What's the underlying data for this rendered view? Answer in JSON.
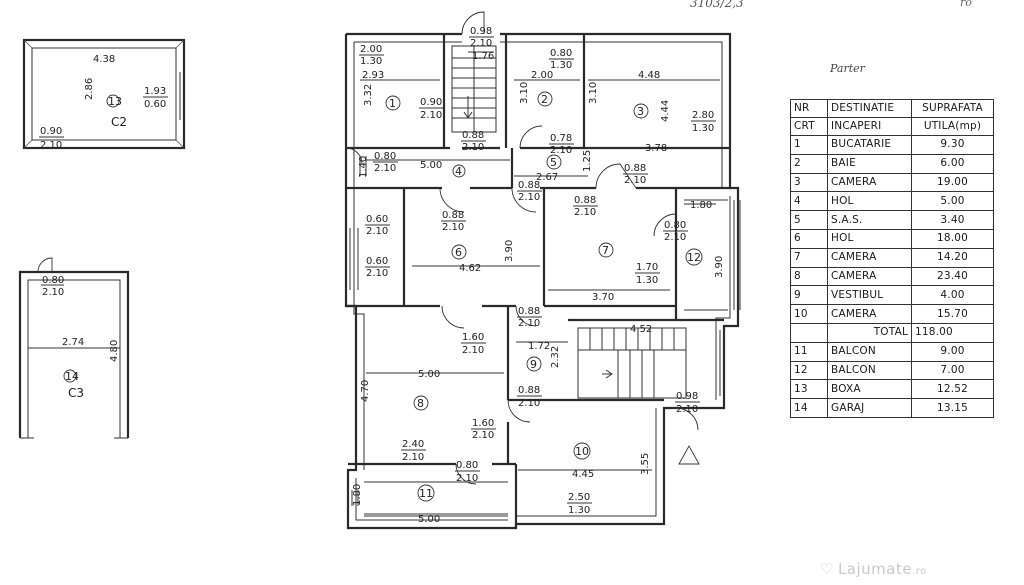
{
  "top_scribble": "3103/2,3",
  "top_right_mark": "ro",
  "handwritten_note": "Parter",
  "units": {
    "c2": {
      "label": "C2",
      "num": "13",
      "width": "4.38",
      "depth": "2.86",
      "window_w": "1.93",
      "window_h": "0.60",
      "door_w": "0.90",
      "door_h": "2.10"
    },
    "c3": {
      "label": "C3",
      "num": "14",
      "width": "2.74",
      "depth": "4.80",
      "door_w": "0.80",
      "door_h": "2.10"
    }
  },
  "plan": {
    "room_numbers": [
      "1",
      "2",
      "3",
      "4",
      "5",
      "6",
      "7",
      "8",
      "9",
      "10",
      "11",
      "12"
    ],
    "dims": {
      "d1": "2.00",
      "d1b": "1.30",
      "d2": "2.93",
      "d3": "3.32",
      "d4": "0.98",
      "d4b": "2.10",
      "d5": "1.76",
      "d6": "0.80",
      "d6b": "1.30",
      "d7": "2.00",
      "d8": "3.10",
      "d9": "4.48",
      "d10": "3.10",
      "d11": "4.44",
      "d12": "2.80",
      "d12b": "1.30",
      "d13": "0.90",
      "d13b": "2.10",
      "d14": "0.88",
      "d14b": "2.10",
      "d15": "0.78",
      "d15b": "2.10",
      "d16": "3.78",
      "d17": "1.40",
      "d18": "0.80",
      "d18b": "2.10",
      "d19": "5.00",
      "d20": "2.67",
      "d21": "1.25",
      "d22": "0.88",
      "d22b": "2.10",
      "d23": "0.88",
      "d23b": "2.10",
      "d24": "0.88",
      "d24b": "2.10",
      "d25": "1.80",
      "d26": "0.60",
      "d26b": "2.10",
      "d27": "0.88",
      "d27b": "2.10",
      "d28": "3.90",
      "d29": "0.80",
      "d29b": "2.10",
      "d30": "4.62",
      "d31": "0.60",
      "d31b": "2.10",
      "d32": "1.70",
      "d32b": "1.30",
      "d33": "3.90",
      "d34": "3.70",
      "d35": "0.88",
      "d35b": "2.10",
      "d36": "4.52",
      "d37": "1.60",
      "d37b": "2.10",
      "d38": "1.72",
      "d39": "2.32",
      "d40": "5.00",
      "d41": "4.70",
      "d42": "0.88",
      "d42b": "2.10",
      "d43": "0.98",
      "d43b": "2.10",
      "d44": "1.60",
      "d44b": "2.10",
      "d45": "2.40",
      "d45b": "2.10",
      "d46": "0.80",
      "d46b": "2.10",
      "d47": "4.45",
      "d48": "3.55",
      "d49": "1.80",
      "d50": "2.50",
      "d50b": "1.30",
      "d51": "5.00"
    }
  },
  "table": {
    "headers": [
      {
        "top": "NR",
        "bottom": "CRT"
      },
      {
        "top": "DESTINATIE",
        "bottom": "INCAPERI"
      },
      {
        "top": "SUPRAFATA",
        "bottom": "UTILA(mp)"
      }
    ],
    "rows": [
      {
        "nr": "1",
        "dest": "BUCATARIE",
        "sup": "9.30"
      },
      {
        "nr": "2",
        "dest": "BAIE",
        "sup": "6.00"
      },
      {
        "nr": "3",
        "dest": "CAMERA",
        "sup": "19.00"
      },
      {
        "nr": "4",
        "dest": "HOL",
        "sup": "5.00"
      },
      {
        "nr": "5",
        "dest": "S.A.S.",
        "sup": "3.40"
      },
      {
        "nr": "6",
        "dest": "HOL",
        "sup": "18.00"
      },
      {
        "nr": "7",
        "dest": "CAMERA",
        "sup": "14.20"
      },
      {
        "nr": "8",
        "dest": "CAMERA",
        "sup": "23.40"
      },
      {
        "nr": "9",
        "dest": "VESTIBUL",
        "sup": "4.00"
      },
      {
        "nr": "10",
        "dest": "CAMERA",
        "sup": "15.70"
      }
    ],
    "total": {
      "label": "TOTAL",
      "value": "118.00"
    },
    "extra_rows": [
      {
        "nr": "11",
        "dest": "BALCON",
        "sup": "9.00"
      },
      {
        "nr": "12",
        "dest": "BALCON",
        "sup": "7.00"
      },
      {
        "nr": "13",
        "dest": "BOXA",
        "sup": "12.52"
      },
      {
        "nr": "14",
        "dest": "GARAJ",
        "sup": "13.15"
      }
    ]
  },
  "watermark": {
    "brand": "Lajumate",
    "tld": ".ro"
  }
}
